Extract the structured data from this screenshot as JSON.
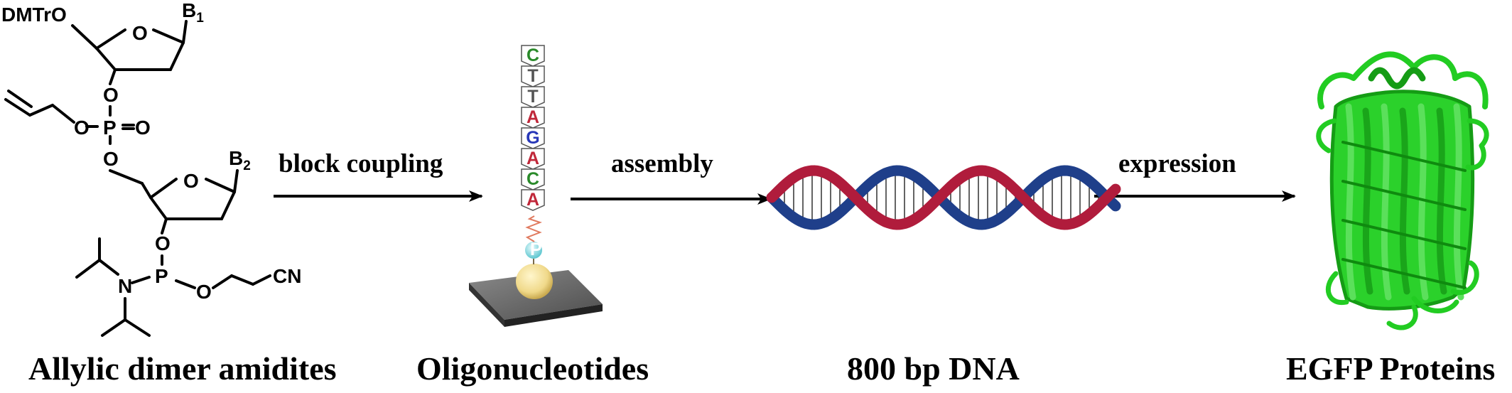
{
  "chemistry": {
    "protecting_group": "DMTrO",
    "base_1": "B",
    "base_1_sub": "1",
    "base_2": "B",
    "base_2_sub": "2",
    "atom_O": "O",
    "atom_P": "P",
    "atom_N": "N",
    "nitrile": "CN"
  },
  "steps": {
    "step_1": "block coupling",
    "step_2": "assembly",
    "step_3": "expression"
  },
  "captions": {
    "amidites": "Allylic dimer amidites",
    "oligos": "Oligonucleotides",
    "dna": "800 bp DNA",
    "protein": "EGFP Proteins"
  },
  "oligo": {
    "bases": [
      "C",
      "T",
      "T",
      "A",
      "G",
      "A",
      "C",
      "A"
    ],
    "phosphate_label": "P",
    "base_colors": {
      "A": "#c0283a",
      "C": "#2a8a2a",
      "G": "#2838b8",
      "T": "#555555"
    }
  },
  "colors": {
    "strand_red": "#b01c3c",
    "strand_blue": "#1f3f8a",
    "protein_green": "#22cc22",
    "bead": "#f0d98a",
    "bead_phosphate": "#7fd9e0",
    "substrate": "#5a5a5a",
    "linker": "#e07a5f"
  }
}
